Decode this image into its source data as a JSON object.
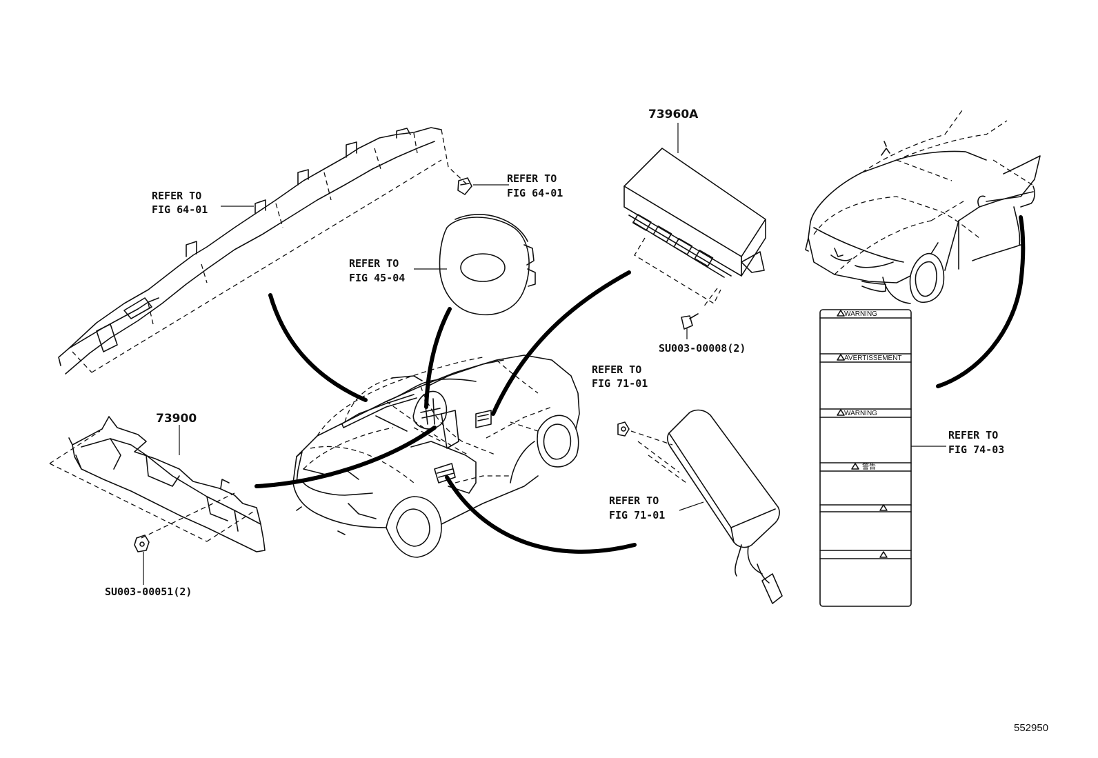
{
  "labels": {
    "refer_curtain": [
      "REFER TO",
      "FIG 64-01"
    ],
    "refer_clip": [
      "REFER TO",
      "FIG 64-01"
    ],
    "refer_steering": [
      "REFER TO",
      "FIG 45-04"
    ],
    "refer_sidenut": [
      "REFER TO",
      "FIG 71-01"
    ],
    "refer_seat": [
      "REFER TO",
      "FIG 71-01"
    ],
    "refer_warning": [
      "REFER TO",
      "FIG 74-03"
    ],
    "part_73960A": "73960A",
    "part_73900": "73900",
    "bolt_sensor": "SU003-00008(2)",
    "nut_knee": "SU003-00051(2)"
  },
  "warning_label": {
    "rows": [
      "WARNING",
      "AVERTISSEMENT",
      "WARNING",
      "警告",
      "",
      ""
    ]
  },
  "image_id": "552950"
}
